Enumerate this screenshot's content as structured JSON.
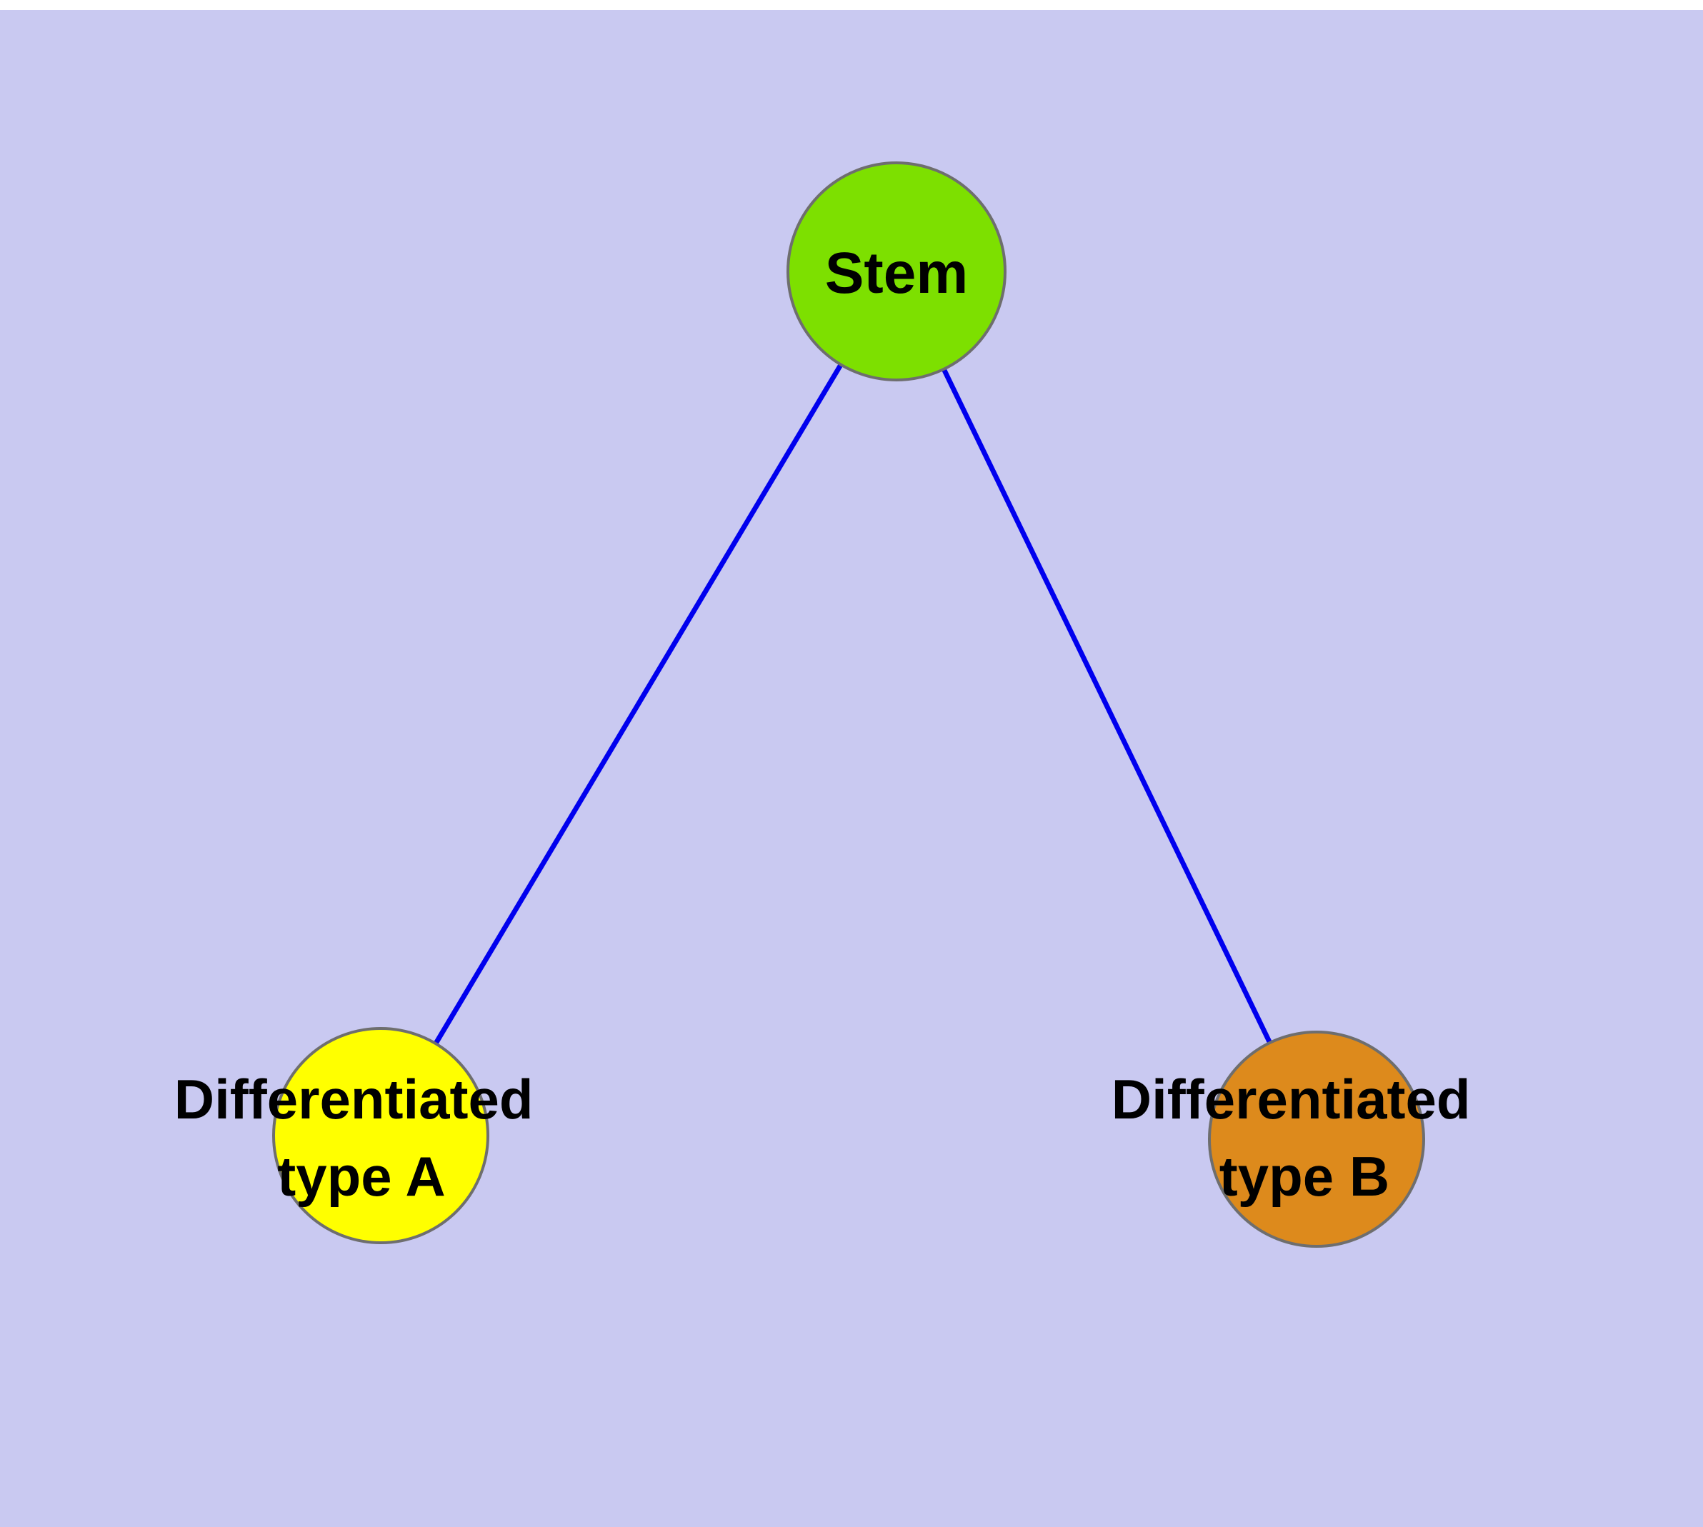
{
  "diagram": {
    "background_color": "#c9c9f1",
    "edge_color": "#0000ee",
    "node_border_color": "#6e6e6e",
    "nodes": {
      "stem": {
        "label": "Stem",
        "fill_color": "#7de000"
      },
      "differentiated_type_a": {
        "label_line1": "Differentiated",
        "label_line2": "type A",
        "fill_color": "#ffff00"
      },
      "differentiated_type_b": {
        "label_line1": "Differentiated",
        "label_line2": "type B",
        "fill_color": "#dd8a1c"
      }
    },
    "edges": [
      {
        "from": "Stem",
        "to": "Differentiated type A"
      },
      {
        "from": "Stem",
        "to": "Differentiated type B"
      }
    ]
  }
}
